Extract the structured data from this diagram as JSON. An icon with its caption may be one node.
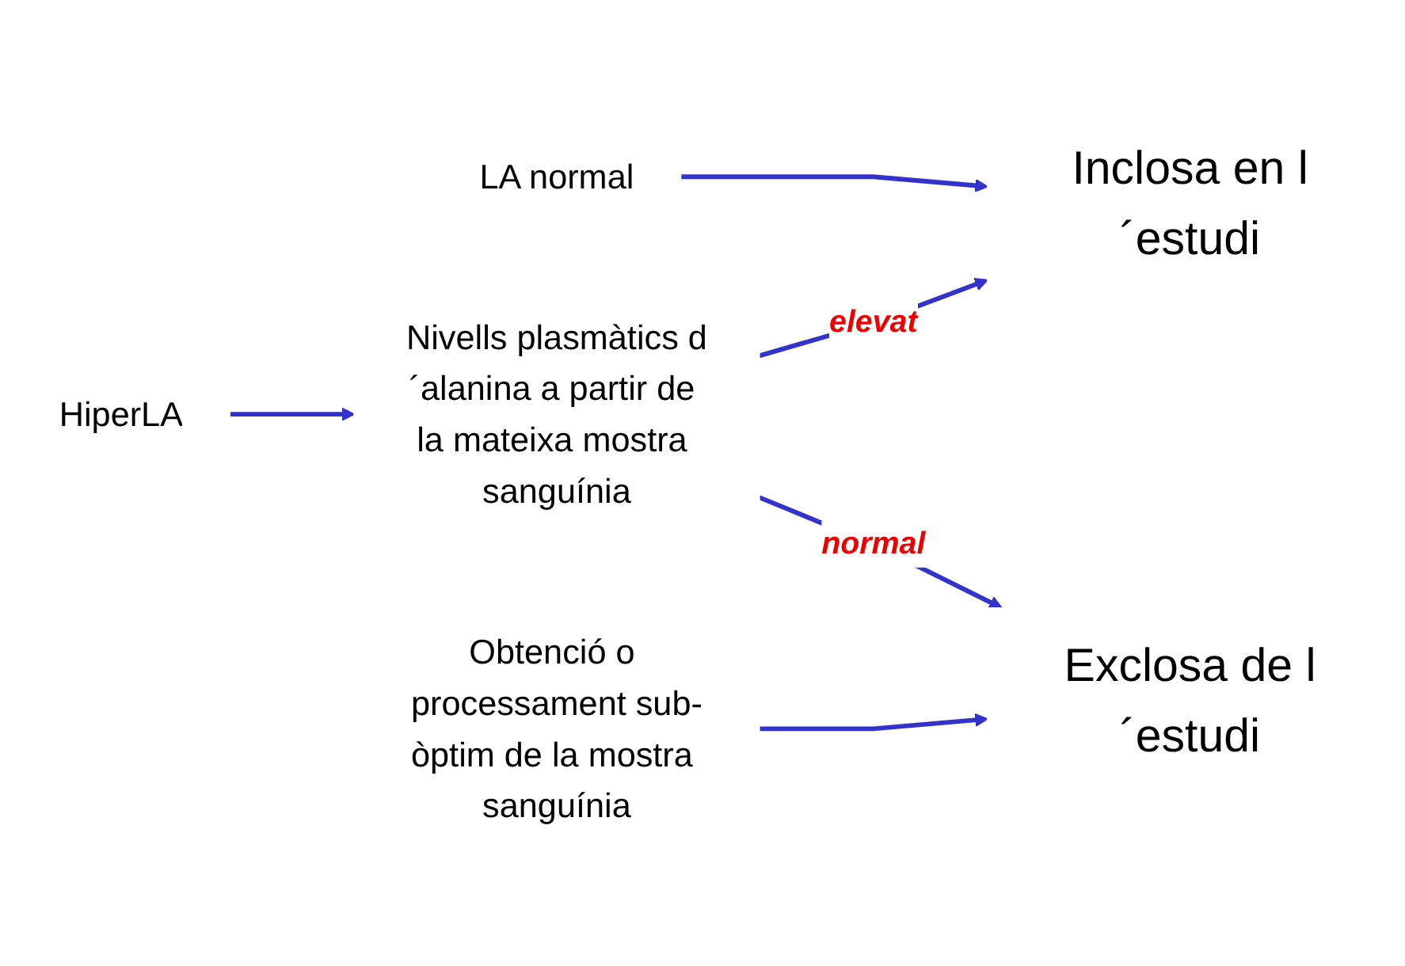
{
  "diagram": {
    "nodes": [
      {
        "text": [
          "LA normal"
        ]
      },
      {
        "text": [
          "Inclosa en l´estudi"
        ]
      },
      {
        "text": [
          "HiperLA"
        ]
      },
      {
        "text": [
          "Nivells plasmàtics d´alanina a partir de la mateixa mostra sanguínia"
        ]
      },
      {
        "text": [
          "Obtenció o processament sub-òptim de la mostra sanguínia"
        ]
      },
      {
        "text": [
          "Exclosa de l´estudi"
        ]
      }
    ],
    "edges": [
      {
        "from": 0,
        "to": 1,
        "arrow": "to"
      },
      {
        "from": 2,
        "to": 3,
        "arrow": "to"
      },
      {
        "from": 3,
        "to": 1,
        "arrow": "to",
        "label": "elevat"
      },
      {
        "from": 3,
        "to": 5,
        "arrow": "to",
        "label": "normal"
      },
      {
        "from": 4,
        "to": 5,
        "arrow": "to"
      }
    ]
  }
}
